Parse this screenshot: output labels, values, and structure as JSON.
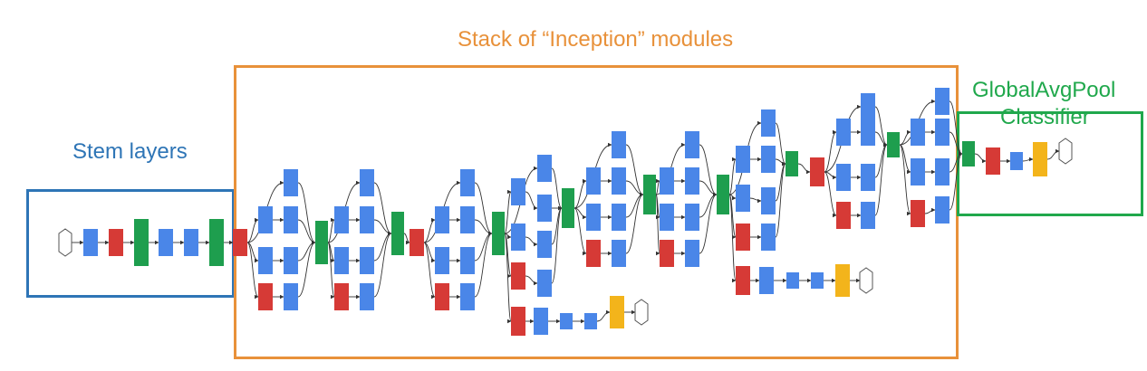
{
  "labels": {
    "stem": "Stem layers",
    "inception": "Stack of “Inception” modules",
    "classifier_line1": "GlobalAvgPool",
    "classifier_line2": "Classifier"
  },
  "colors": {
    "stem": "#2e75b6",
    "inception": "#e8913a",
    "classifier": "#20a84c",
    "conv": "#4a86e8",
    "pool": "#d63a36",
    "concat": "#1e9e4e",
    "softmax": "#f3b41b",
    "edge": "#333333"
  }
}
